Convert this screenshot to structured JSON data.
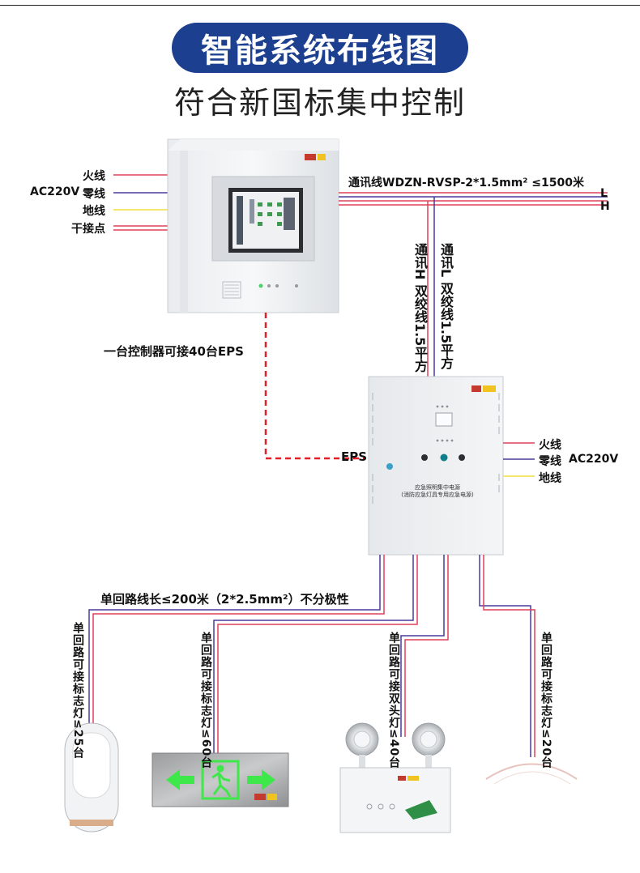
{
  "header": {
    "title": "智能系统布线图",
    "subtitle": "符合新国标集中控制"
  },
  "controller_inputs": {
    "ac_label": "AC220V",
    "live": "火线",
    "neutral": "零线",
    "ground": "地线",
    "dry_contact": "干接点"
  },
  "comm_line": {
    "label": "通讯线WDZN-RVSP-2*1.5mm²  ≤1500米",
    "l": "L",
    "h": "H",
    "vertical_h": "通讯H 双绞线1.5平方",
    "vertical_l": "通讯L 双绞线1.5平方"
  },
  "controller_note": "一台控制器可接40台EPS",
  "eps": {
    "label": "EPS",
    "panel_text_1": "应急照明集中电源",
    "panel_text_2": "(消防应急灯具专用应急电源)",
    "live": "火线",
    "neutral": "零线",
    "ac_label": "AC220V",
    "ground": "地线"
  },
  "circuit_note": "单回路线长≤200米（2*2.5mm²）不分极性",
  "branches": [
    {
      "label": "单回路可接标志灯≤25台"
    },
    {
      "label": "单回路可接标志灯≤60台"
    },
    {
      "label": "单回路可接双头灯≤40台"
    },
    {
      "label": "单回路可接标志灯≤20台"
    }
  ],
  "colors": {
    "title_bg": "#1d3f8f",
    "red_wire": "#e0405a",
    "blue_wire": "#4a3a9a",
    "yellow_wire": "#f2df3a",
    "dashed": "#e0202a",
    "exit_green": "#3fe84a"
  },
  "icons": [
    "exit-running-man-icon",
    "left-arrow-icon",
    "right-arrow-icon"
  ]
}
